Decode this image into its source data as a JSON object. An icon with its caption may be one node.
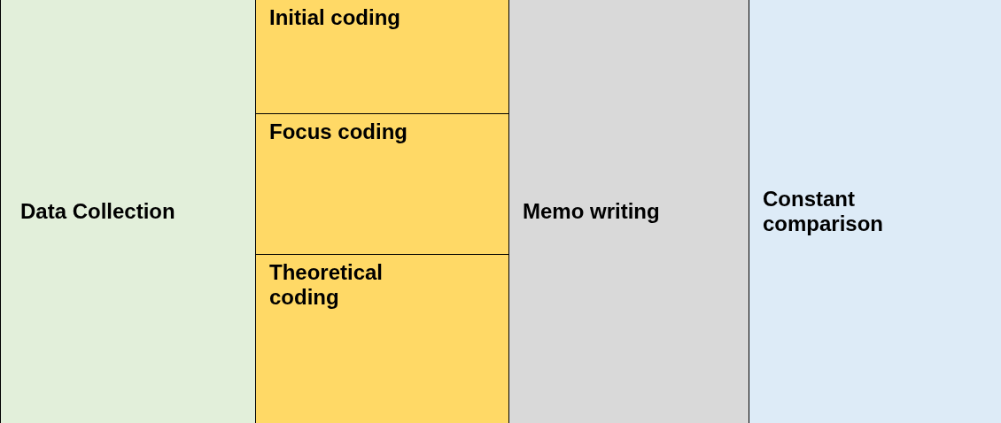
{
  "diagram": {
    "nodes": [
      {
        "text": [
          "Data Collection"
        ]
      },
      {
        "text": [
          "Initial coding"
        ]
      },
      {
        "text": [
          "Focus coding"
        ]
      },
      {
        "text": [
          "Theoretical coding"
        ]
      },
      {
        "text": [
          "Memo writing"
        ]
      },
      {
        "text": [
          "Constant comparison"
        ]
      }
    ]
  }
}
